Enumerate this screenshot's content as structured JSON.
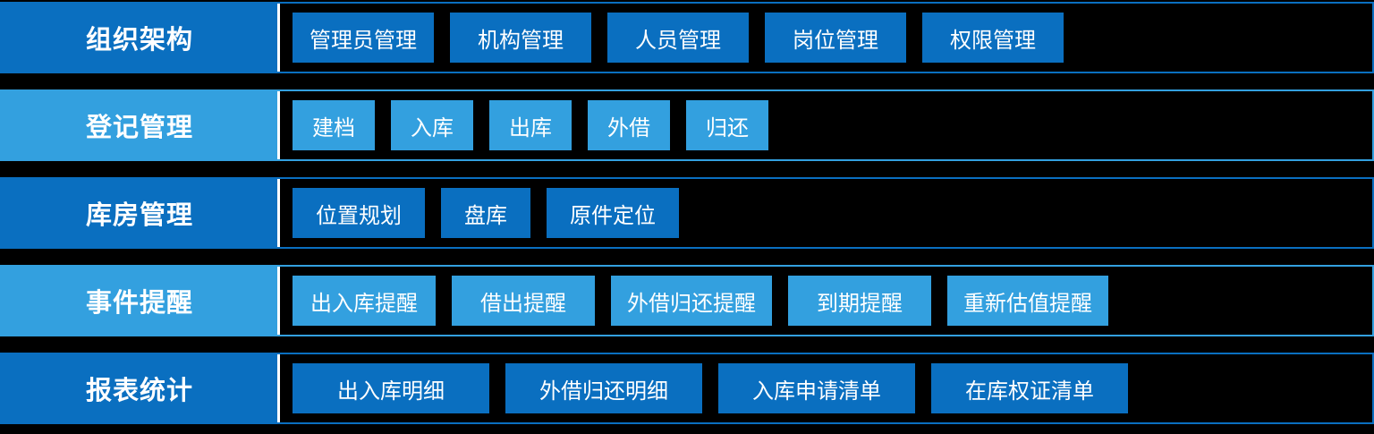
{
  "colors": {
    "dark_blue": "#0A6FC0",
    "light_blue": "#33A0DF",
    "text": "#FFFFFF",
    "separator": "#FFFFFF",
    "background": "#000000"
  },
  "rows": [
    {
      "label": "组织架构",
      "tone": "dark",
      "items": [
        "管理员管理",
        "机构管理",
        "人员管理",
        "岗位管理",
        "权限管理"
      ]
    },
    {
      "label": "登记管理",
      "tone": "light",
      "items": [
        "建档",
        "入库",
        "出库",
        "外借",
        "归还"
      ]
    },
    {
      "label": "库房管理",
      "tone": "dark",
      "items": [
        "位置规划",
        "盘库",
        "原件定位"
      ]
    },
    {
      "label": "事件提醒",
      "tone": "light",
      "items": [
        "出入库提醒",
        "借出提醒",
        "外借归还提醒",
        "到期提醒",
        "重新估值提醒"
      ]
    },
    {
      "label": "报表统计",
      "tone": "dark",
      "items": [
        "出入库明细",
        "外借归还明细",
        "入库申请清单",
        "在库权证清单"
      ]
    }
  ]
}
